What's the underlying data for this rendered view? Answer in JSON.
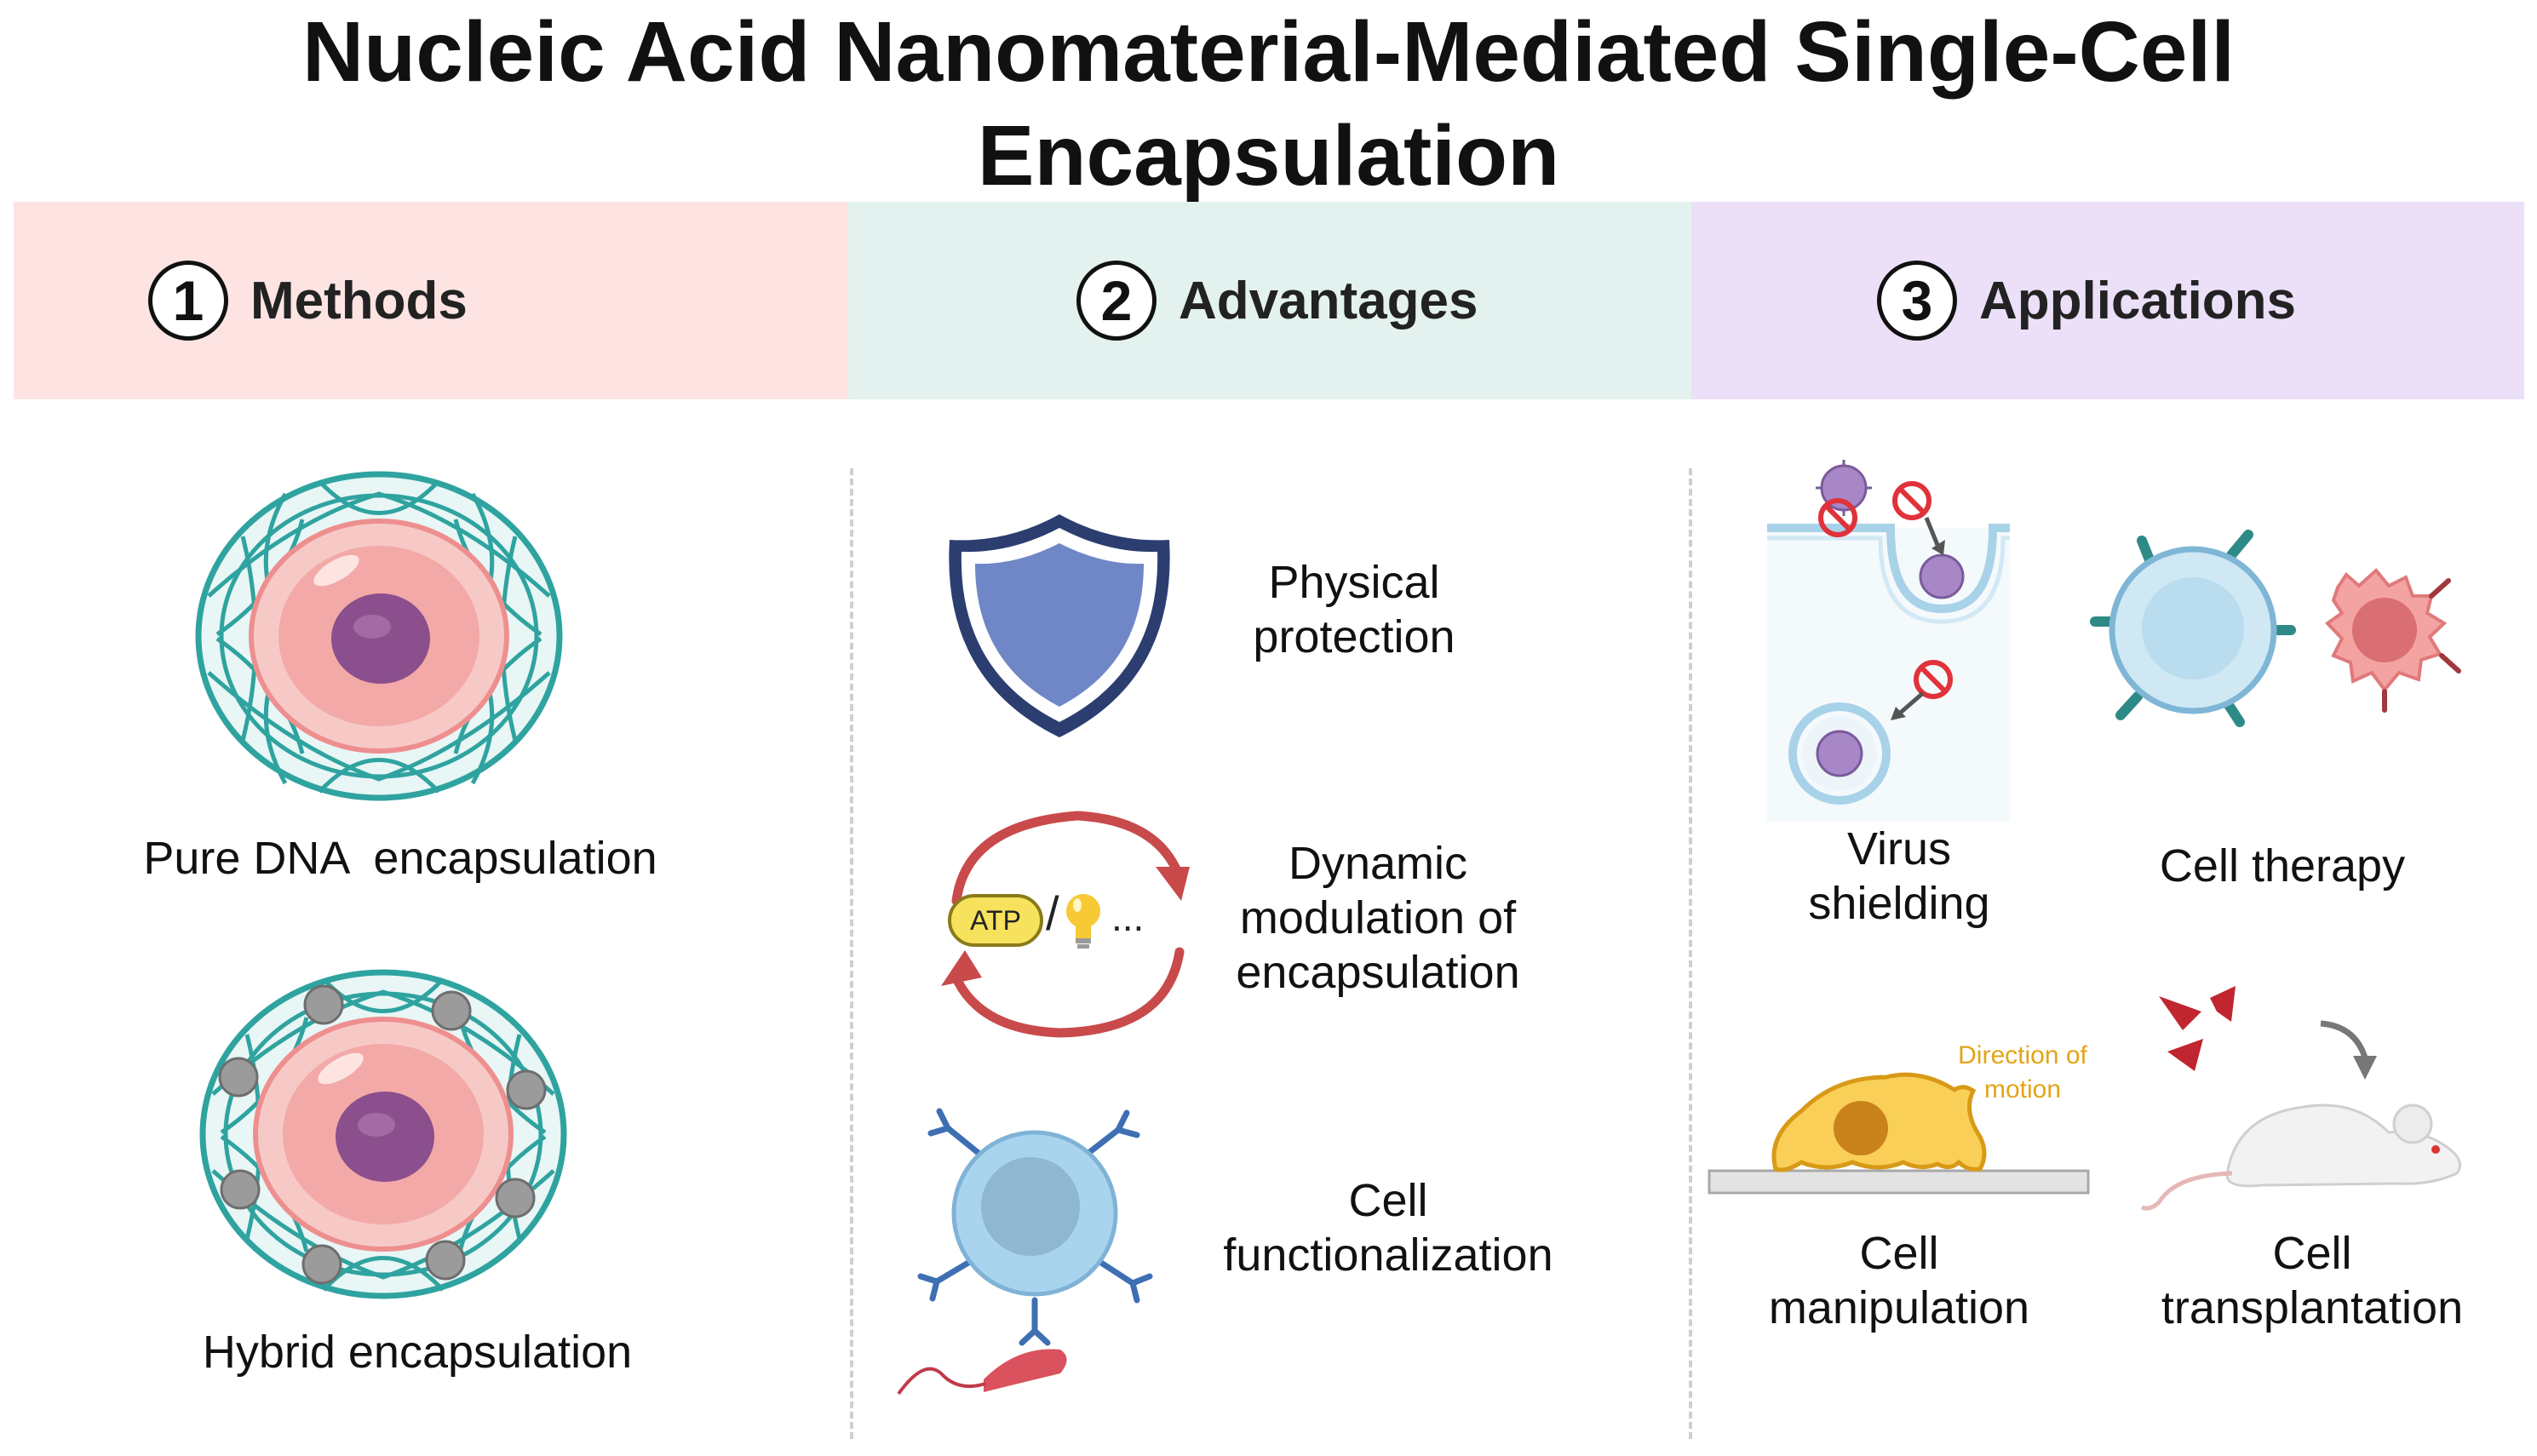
{
  "title": {
    "line1": "Nucleic Acid Nanomaterial-Mediated Single-Cell",
    "line2": "Encapsulation"
  },
  "sections": [
    {
      "number": "1",
      "label": "Methods",
      "color": "#fde4e3"
    },
    {
      "number": "2",
      "label": "Advantages",
      "color": "#e3f2ee"
    },
    {
      "number": "3",
      "label": "Applications",
      "color": "#ebe0f8"
    }
  ],
  "methods": {
    "pure": "Pure DNA  encapsulation",
    "hybrid": "Hybrid encapsulation"
  },
  "advantages": {
    "physical": {
      "line1": "Physical",
      "line2": "protection"
    },
    "dynamic": {
      "line1": "Dynamic",
      "line2": "modulation of",
      "line3": "encapsulation"
    },
    "atp": "ATP",
    "slash": "/",
    "ellipsis": "...",
    "functional": {
      "line1": "Cell",
      "line2": "functionalization"
    }
  },
  "applications": {
    "virus": {
      "line1": "Virus",
      "line2": "shielding"
    },
    "therapy": "Cell therapy",
    "manipulation": {
      "line1": "Cell",
      "line2": "manipulation"
    },
    "direction": {
      "line1": "Direction of",
      "line2": "motion"
    },
    "transplantation": {
      "line1": "Cell",
      "line2": "transplantation"
    }
  },
  "colors": {
    "mesh": "#2fa3a0",
    "cell_pink": "#f4a6a8",
    "nucleus": "#8a4f8c",
    "shield": "#6f87c6",
    "arrow_red": "#c94a4a",
    "direction_text": "#e3a417"
  }
}
